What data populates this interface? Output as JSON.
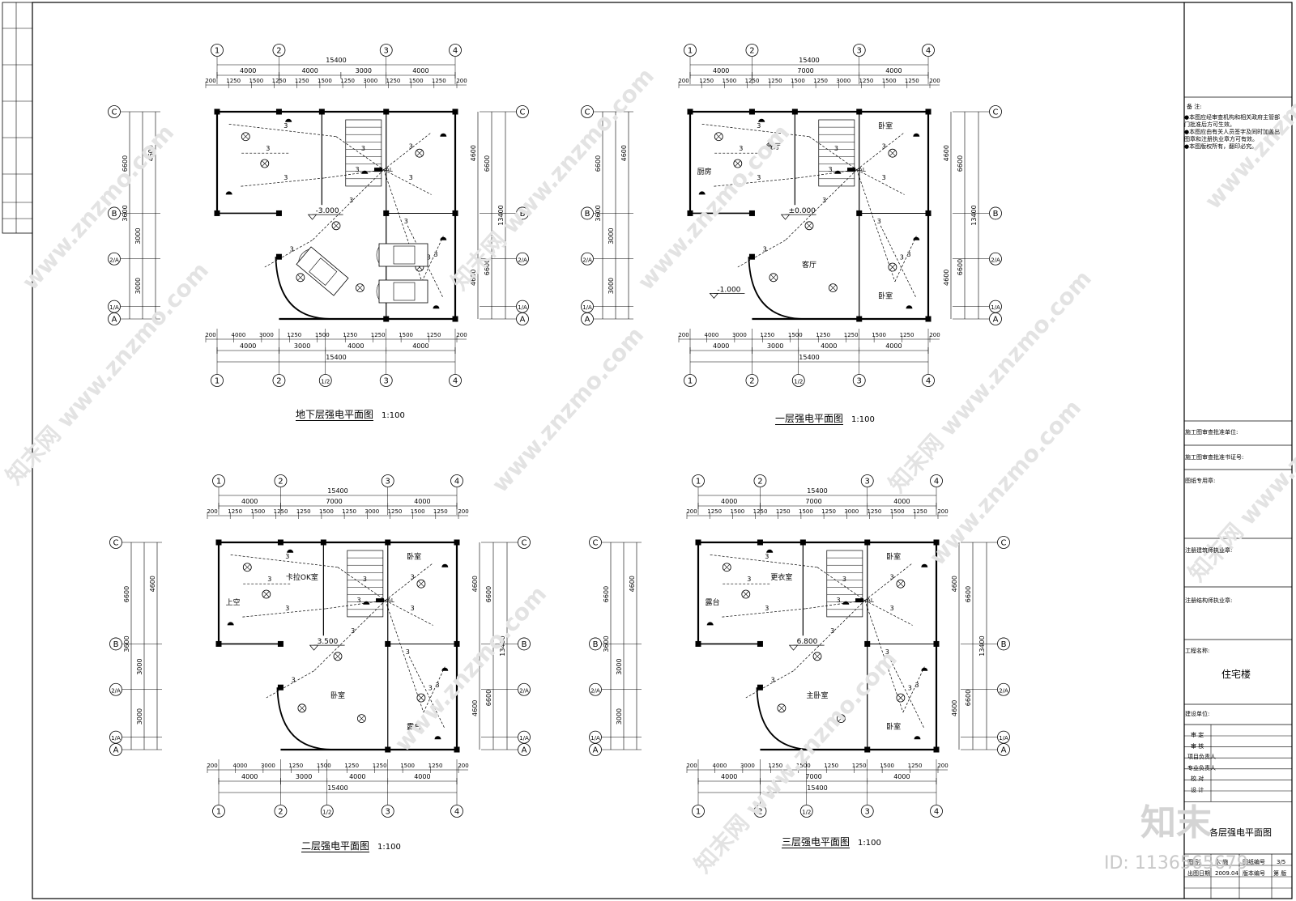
{
  "plans": [
    {
      "id": "basement",
      "title": "地下层强电平面图",
      "scale": "1:100",
      "elevation": "-3.000"
    },
    {
      "id": "floor1",
      "title": "一层强电平面图",
      "scale": "1:100",
      "elevation": "±0.000",
      "elevation2": "-1.000"
    },
    {
      "id": "floor2",
      "title": "二层强电平面图",
      "scale": "1:100",
      "elevation": "3.500"
    },
    {
      "id": "floor3",
      "title": "三层强电平面图",
      "scale": "1:100",
      "elevation": "6.800"
    }
  ],
  "total_width": "15400",
  "total_depth": "13400",
  "top_dims": {
    "basement": [
      "4000",
      "4000",
      "3000",
      "4000"
    ],
    "floor1": [
      "4000",
      "7000",
      "4000"
    ],
    "floor2": [
      "4000",
      "7000",
      "4000"
    ],
    "floor3": [
      "4000",
      "7000",
      "4000"
    ]
  },
  "bottom_dims": {
    "basement": [
      "4000",
      "3000",
      "4000",
      "4000"
    ],
    "floor1": [
      "4000",
      "3000",
      "4000",
      "4000"
    ],
    "floor2": [
      "4000",
      "3000",
      "4000",
      "4000"
    ],
    "floor3": [
      "4000",
      "7000",
      "4000"
    ]
  },
  "left_dims": [
    "6600",
    "3600",
    "3000",
    "3000"
  ],
  "right_dims": [
    "6600",
    "6600"
  ],
  "axes_top": [
    "1",
    "2",
    "3",
    "4"
  ],
  "axes_bottom": [
    "1",
    "2",
    "1/2",
    "3",
    "4"
  ],
  "axes_side": [
    "C",
    "B",
    "2/A",
    "1/A",
    "A"
  ],
  "rooms": {
    "floor1": [
      "餐厅",
      "客厅",
      "卧室",
      "卧室",
      "厨房"
    ],
    "floor2": [
      "卡拉OK室",
      "卧室",
      "卧室",
      "露台",
      "上空"
    ],
    "floor3": [
      "更衣室",
      "主卧室",
      "卧室",
      "卧室",
      "露台"
    ]
  },
  "notes": {
    "header": "备 注:",
    "items": [
      "●本图应经审查机构和相关政府主管部门批准后方可生效。",
      "●本图应由有关人员签字及同时加盖出图章和注册执业章方可有效。",
      "●本图版权所有，翻印必究。"
    ]
  },
  "title_block": {
    "rows": [
      "施工图审查批准单位:",
      "施工图审查批准书证号:",
      "图纸专用章:",
      "注册建筑师执业章:",
      "注册结构师执业章:",
      "工程名称:",
      "建设单位:"
    ],
    "project": "住宅楼",
    "sign_rows": [
      "审 定",
      "审 核",
      "项目负责人",
      "专业负责人",
      "校 对",
      "设 计"
    ],
    "drawing_title": "各层强电平面图",
    "discipline_label": "图 别",
    "discipline": "水 施",
    "sheet_no_label": "图纸编号",
    "sheet_no": "3/5",
    "date_label": "出图日期",
    "date": "2009.04",
    "version_label": "版本编号",
    "version": "第 版"
  },
  "watermark": {
    "site": "www.znzmo.com",
    "brand": "知末网",
    "logo": "知末",
    "id": "ID: 1136565679"
  }
}
